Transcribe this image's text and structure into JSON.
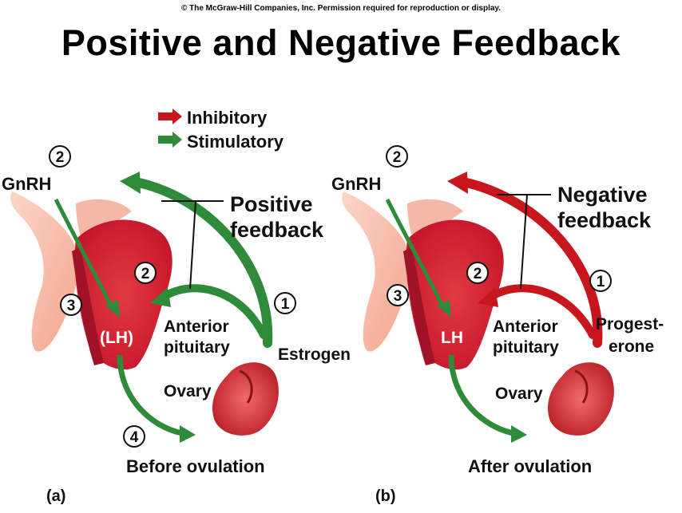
{
  "copyright": "© The McGraw-Hill Companies, Inc. Permission required for reproduction or display.",
  "title": "Positive and Negative Feedback",
  "legend": {
    "inhibitory": "Inhibitory",
    "stimulatory": "Stimulatory",
    "inhibitory_color": "#c8161d",
    "stimulatory_color": "#2e8b3a"
  },
  "panel_a": {
    "letter": "(a)",
    "gnrh": "GnRH",
    "feedback_line1": "Positive",
    "feedback_line2": "feedback",
    "hormone": "(LH)",
    "anterior_line1": "Anterior",
    "anterior_line2": "pituitary",
    "steroid_line1": "Estrogen",
    "ovary": "Ovary",
    "caption": "Before ovulation",
    "steps": [
      "2",
      "2",
      "3",
      "1",
      "4"
    ]
  },
  "panel_b": {
    "letter": "(b)",
    "gnrh": "GnRH",
    "feedback_line1": "Negative",
    "feedback_line2": "feedback",
    "hormone": "LH",
    "anterior_line1": "Anterior",
    "anterior_line2": "pituitary",
    "steroid_line1": "Progest-",
    "steroid_line2": "erone",
    "ovary": "Ovary",
    "caption": "After ovulation",
    "steps": [
      "2",
      "2",
      "3",
      "1"
    ]
  }
}
